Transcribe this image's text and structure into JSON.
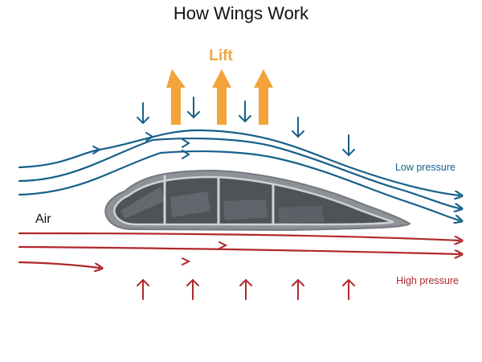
{
  "title": "How Wings Work",
  "labels": {
    "lift": "Lift",
    "low_pressure": "Low pressure",
    "high_pressure": "High pressure",
    "air": "Air"
  },
  "colors": {
    "low_pressure": "#17608a",
    "high_pressure": "#b0282b",
    "lift": "#f2a33a",
    "wing_outline": "#8e9297",
    "wing_fill": "#4f5358",
    "wing_frame": "#cfd2d5"
  },
  "icons": {
    "lift": "arrow-up-icon",
    "down_force": "arrow-down-icon",
    "up_force": "arrow-up-icon",
    "flow": "arrow-right-icon"
  }
}
